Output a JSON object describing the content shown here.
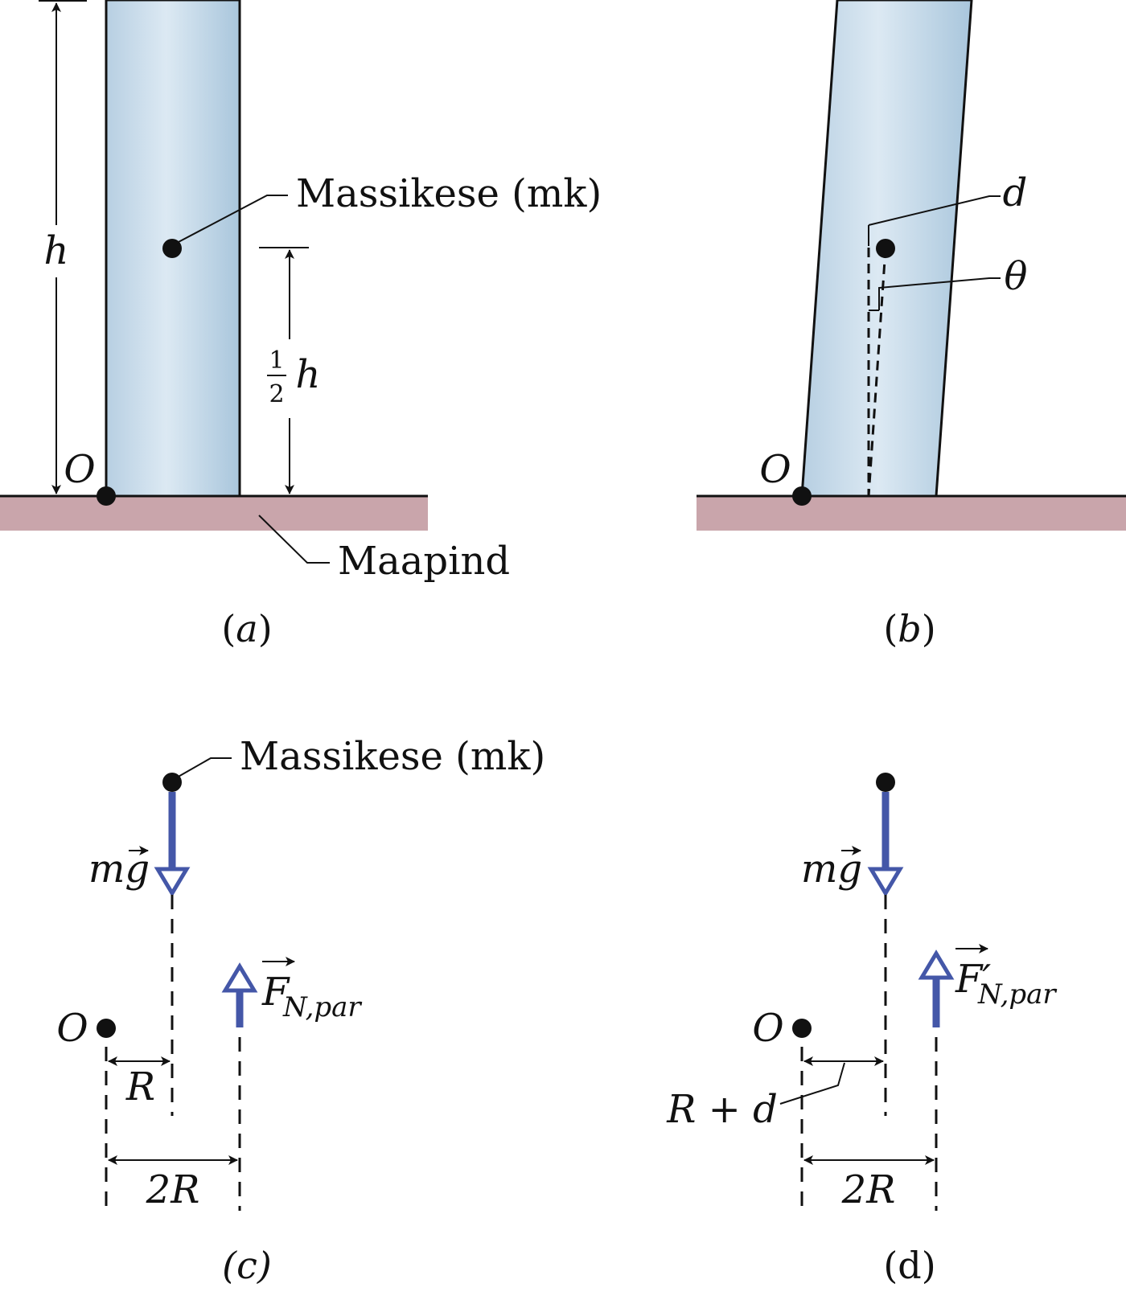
{
  "labels": {
    "h": "h",
    "half_num": "1",
    "half_den": "2",
    "half_h": "h",
    "o_a": "O",
    "cm_a": "Massikese (mk)",
    "ground": "Maapind",
    "cap_a_l": "(",
    "cap_a_m": "a",
    "cap_a_r": ")",
    "d": "d",
    "theta": "θ",
    "o_b": "O",
    "cap_b_l": "(",
    "cap_b_m": "b",
    "cap_b_r": ")",
    "cm_c": "Massikese (mk)",
    "mg_c": "mg",
    "fn_c_main": "F",
    "fn_c_sub": "N,par",
    "o_c": "O",
    "r_c": "R",
    "two_r_c": "2R",
    "cap_c": "(c)",
    "mg_d": "mg",
    "fn_d_main": "F′",
    "fn_d_sub": "N,par",
    "o_d": "O",
    "rd_d": "R + d",
    "two_r_d": "2R",
    "cap_d": "(d)"
  },
  "colors": {
    "cylinder_light": "#dce9f3",
    "cylinder_dark": "#a9c6dc",
    "ground": "#c9a5ab",
    "force_arrow": "#4457a8"
  }
}
